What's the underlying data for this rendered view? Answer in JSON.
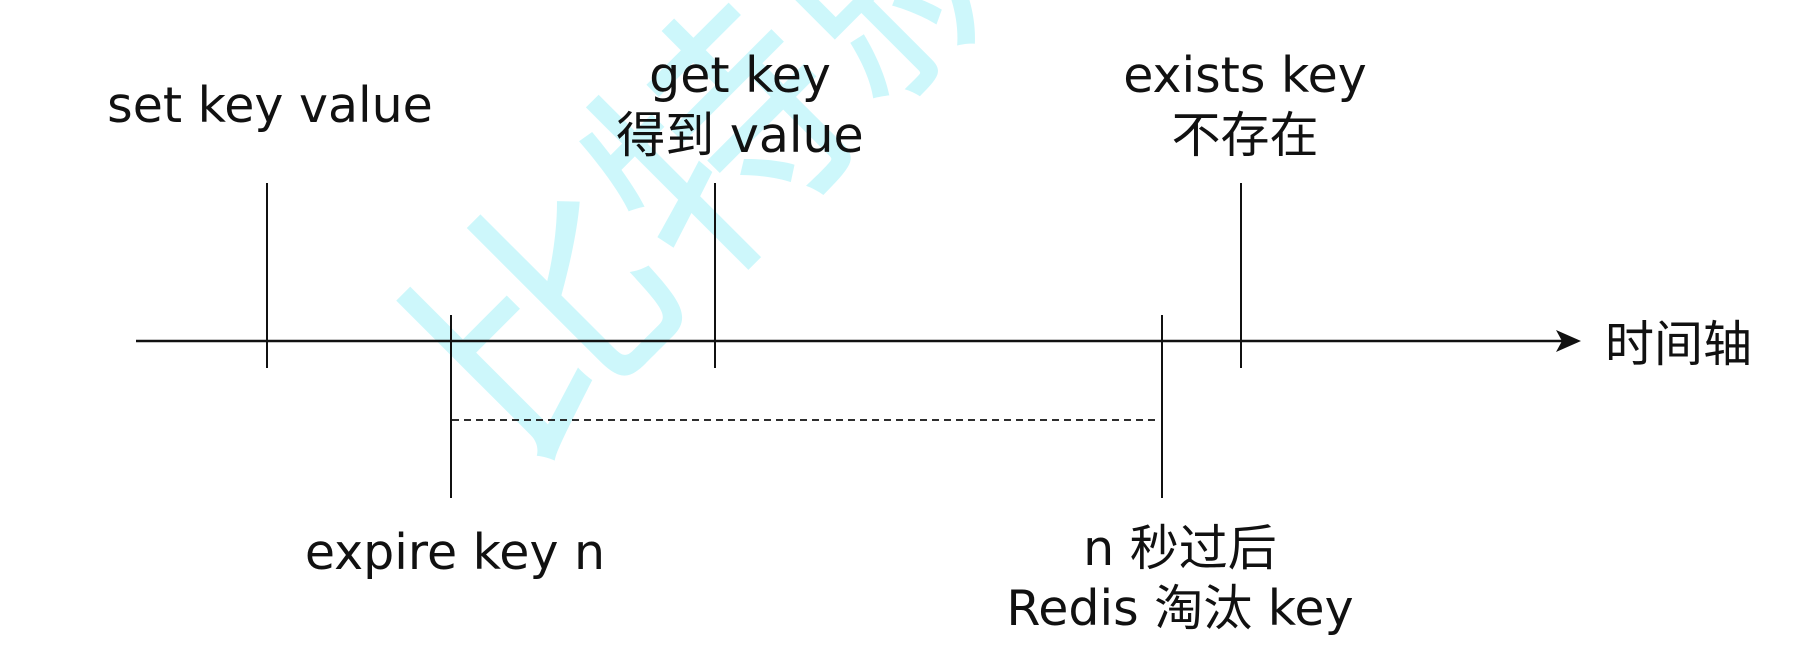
{
  "labels": {
    "set_event": "set key value",
    "get_event": {
      "line1": "get key",
      "line2": "得到 value"
    },
    "exists_event": {
      "line1": "exists key",
      "line2": "不存在"
    },
    "axis": "时间轴",
    "expire_event": "expire key n",
    "eviction_event": {
      "line1": "n 秒过后",
      "line2": "Redis 淘汰 key"
    }
  },
  "watermark": {
    "text": "比特就业课",
    "color": "#c8f7fb"
  },
  "colors": {
    "stroke": "#111111",
    "background": "#ffffff"
  }
}
